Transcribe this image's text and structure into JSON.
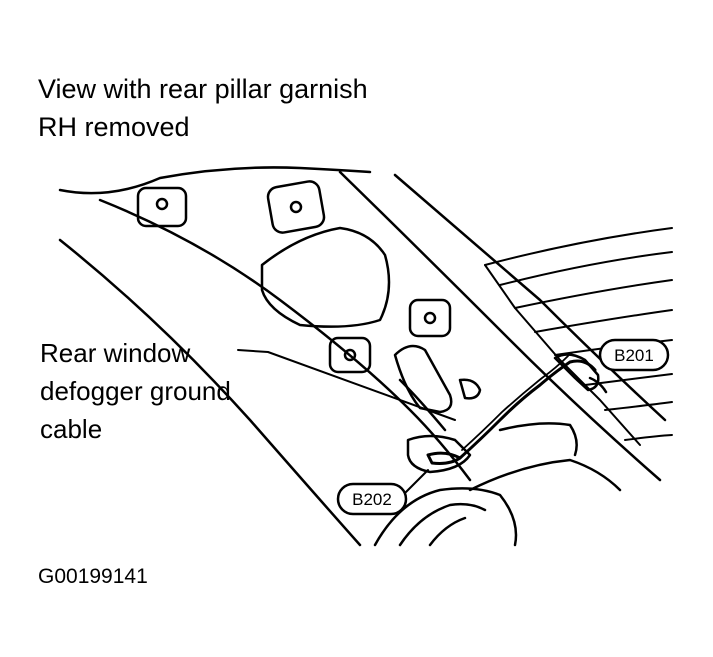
{
  "title": {
    "line1": "View with  rear pillar garnish",
    "line2": "RH removed"
  },
  "callout": {
    "line1": "Rear window",
    "line2": "defogger ground",
    "line3": "cable"
  },
  "connectors": {
    "b201": "B201",
    "b202": "B202"
  },
  "figure_id": "G00199141"
}
